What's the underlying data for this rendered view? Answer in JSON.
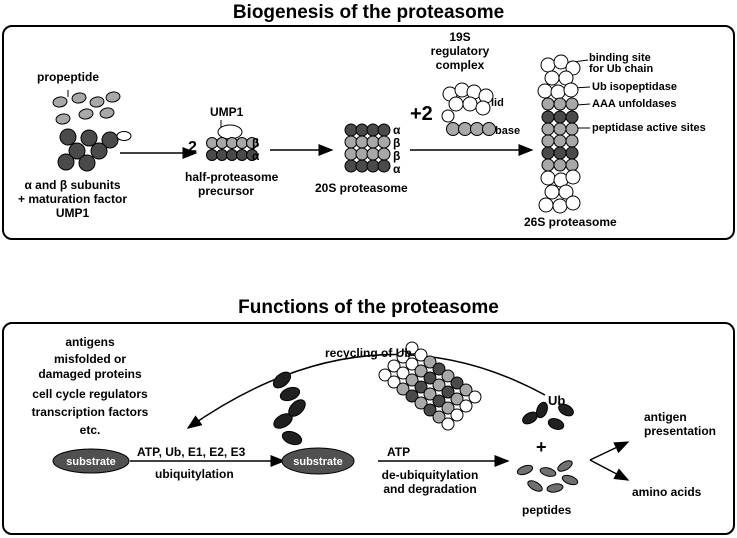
{
  "panel1": {
    "title": "Biogenesis of the proteasome",
    "propeptide": "propeptide",
    "subunits_line1": "α and β subunits",
    "subunits_line2": "+ maturation factor",
    "subunits_line3": "UMP1",
    "coef_half": "2",
    "ump1": "UMP1",
    "beta": "β",
    "alpha": "α",
    "half_line1": "half-proteasome",
    "half_line2": "precursor",
    "proteasome20s": "20S proteasome",
    "reg_line1": "19S",
    "reg_line2": "regulatory",
    "reg_line3": "complex",
    "plus_two": "+2",
    "lid": "lid",
    "base": "base",
    "binding_line1": "binding site",
    "binding_line2": "for Ub chain",
    "ub_iso": "Ub isopeptidase",
    "aaa": "AAA unfoldases",
    "active": "peptidase active sites",
    "proteasome26s": "26S proteasome"
  },
  "panel2": {
    "title": "Functions of the proteasome",
    "antigens": "antigens",
    "misfolded1": "misfolded or",
    "misfolded2": "damaged proteins",
    "cellcycle": "cell cycle regulators",
    "transcription": "transcription factors",
    "etc": "etc.",
    "substrate": "substrate",
    "atp_e": "ATP, Ub, E1, E2, E3",
    "ubiquitylation": "ubiquitylation",
    "recycling": "recycling of Ub",
    "atp": "ATP",
    "deubi1": "de-ubiquitylation",
    "deubi2": "and degradation",
    "ub": "Ub",
    "plus": "+",
    "peptides": "peptides",
    "antigen1": "antigen",
    "antigen2": "presentation",
    "amino": "amino acids"
  },
  "colors": {
    "dark": "#4a4a4a",
    "mid": "#a8a8a8",
    "light": "#e8e8e8",
    "white": "#ffffff",
    "stroke": "#000000"
  }
}
